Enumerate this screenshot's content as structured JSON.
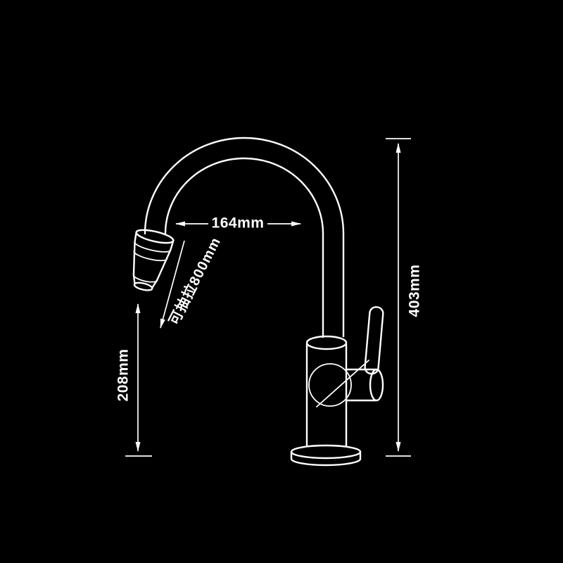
{
  "canvas": {
    "background_color": "#000000",
    "line_color": "#ffffff"
  },
  "dimensions": {
    "spout_reach_label": "164mm",
    "total_height_label": "403mm",
    "clearance_height_label": "208mm",
    "pull_out_label": "可抽拉800mm"
  }
}
